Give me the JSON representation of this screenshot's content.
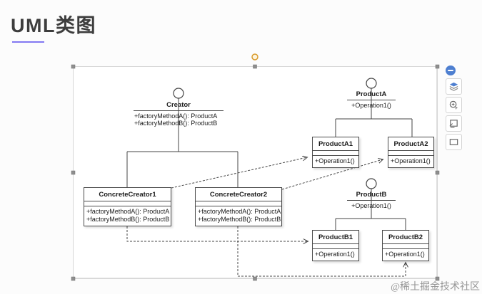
{
  "page": {
    "title": "UML类图",
    "watermark": "@稀土掘金技术社区"
  },
  "colors": {
    "accent_underline": "#8278f2",
    "diagram_line": "#444444",
    "icon_blue": "#4e7fd0",
    "selection_handle": "#8f8f8f",
    "rotate_handle": "#d99a2b"
  },
  "sidebar": {
    "icons": [
      "collapse-minus",
      "layers",
      "zoom-preview",
      "crop",
      "frame"
    ]
  },
  "diagram": {
    "creator": {
      "name": "Creator",
      "methods": [
        "+factoryMethodA(): ProductA",
        "+factoryMethodB(): ProductB"
      ]
    },
    "concreteCreator1": {
      "name": "ConcreteCreator1",
      "methods": [
        "+factoryMethodA(): ProductA",
        "+factoryMethodB(): ProductB"
      ]
    },
    "concreteCreator2": {
      "name": "ConcreteCreator2",
      "methods": [
        "+factoryMethodA(): ProductA",
        "+factoryMethodB(): ProductB"
      ]
    },
    "productA": {
      "name": "ProductA",
      "methods": [
        "+Operation1()"
      ]
    },
    "productA1": {
      "name": "ProductA1",
      "methods": [
        "+Operation1()"
      ]
    },
    "productA2": {
      "name": "ProductA2",
      "methods": [
        "+Operation1()"
      ]
    },
    "productB": {
      "name": "ProductB",
      "methods": [
        "+Operation1()"
      ]
    },
    "productB1": {
      "name": "ProductB1",
      "methods": [
        "+Operation1()"
      ]
    },
    "productB2": {
      "name": "ProductB2",
      "methods": [
        "+Operation1()"
      ]
    }
  }
}
